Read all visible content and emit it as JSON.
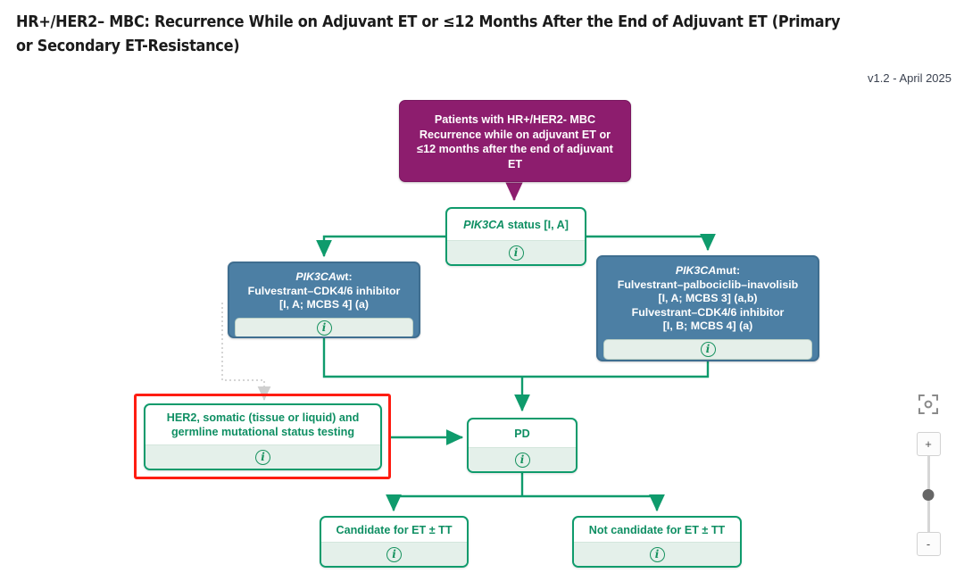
{
  "header": {
    "title": "HR+/HER2– MBC: Recurrence While on Adjuvant ET or ≤12 Months After the End of Adjuvant ET (Primary or Secondary ET-Resistance)",
    "version": "v1.2 - April 2025"
  },
  "colors": {
    "purple": "#8d1d6e",
    "blue": "#4c7fa4",
    "green": "#0f9b6c",
    "green_text": "#0f8f63",
    "info_bar": "#e4f0ea",
    "selection_red": "#fe1d12",
    "edge": "#0f9b6c",
    "edge_purple": "#8d1d6e",
    "edge_dotted": "#d3d3d3"
  },
  "nodes": {
    "root": {
      "id": "patients-hr-her2-mbc",
      "type": "purple",
      "lines": [
        "Patients with HR+/HER2- MBC",
        "Recurrence while on adjuvant ET or",
        "≤12 months after the end of adjuvant",
        "ET"
      ]
    },
    "pik3ca_status": {
      "id": "pik3ca-status",
      "type": "green",
      "italic_prefix": "PIK3CA",
      "rest": " status [I, A]",
      "info_icon": "info-icon"
    },
    "pik3ca_wt": {
      "id": "pik3ca-wt-treatment",
      "type": "blue",
      "italic_prefix": "PIK3CA",
      "lines": [
        "wt:",
        "Fulvestrant–CDK4/6 inhibitor",
        "[I, A; MCBS 4] (a)"
      ],
      "info_icon": "info-icon"
    },
    "pik3ca_mut": {
      "id": "pik3ca-mut-treatment",
      "type": "blue",
      "italic_prefix": "PIK3CA",
      "lines": [
        "mut:",
        "Fulvestrant–palbociclib–inavolisib",
        "[I, A; MCBS 3] (a,b)",
        "Fulvestrant–CDK4/6 inhibitor",
        "[I, B; MCBS 4] (a)"
      ],
      "info_icon": "info-icon"
    },
    "her2_testing": {
      "id": "her2-mutational-status-testing",
      "type": "green",
      "selected": true,
      "lines": [
        "HER2, somatic (tissue or liquid) and",
        "germline mutational status testing"
      ],
      "info_icon": "info-icon"
    },
    "pd": {
      "id": "progressive-disease",
      "type": "green",
      "label": "PD",
      "info_icon": "info-icon"
    },
    "candidate": {
      "id": "candidate-for-et-tt",
      "type": "green",
      "label": "Candidate for ET ± TT",
      "info_icon": "info-icon"
    },
    "not_candidate": {
      "id": "not-candidate-for-et-tt",
      "type": "green",
      "label": "Not candidate for ET ± TT",
      "info_icon": "info-icon"
    }
  },
  "controls": {
    "fit_view": {
      "icon": "fit-view-icon",
      "label": ""
    },
    "zoom_in": {
      "icon": "plus-icon",
      "label": "+"
    },
    "zoom_out": {
      "icon": "minus-icon",
      "label": "-"
    }
  }
}
